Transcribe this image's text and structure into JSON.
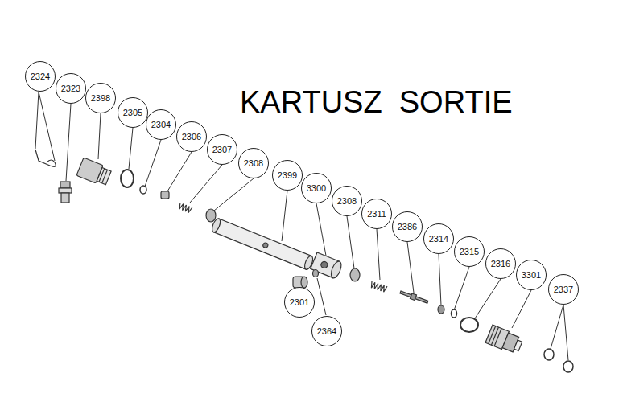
{
  "diagram": {
    "title": "KARTUSZ  SORTIE",
    "nodes": [
      {
        "text": [
          "2324"
        ]
      },
      {
        "text": [
          "2323"
        ]
      },
      {
        "text": [
          "2398"
        ]
      },
      {
        "text": [
          "2305"
        ]
      },
      {
        "text": [
          "2304"
        ]
      },
      {
        "text": [
          "2306"
        ]
      },
      {
        "text": [
          "2307"
        ]
      },
      {
        "text": [
          "2308"
        ]
      },
      {
        "text": [
          "2399"
        ]
      },
      {
        "text": [
          "3300"
        ]
      },
      {
        "text": [
          "2308"
        ]
      },
      {
        "text": [
          "2311"
        ]
      },
      {
        "text": [
          "2386"
        ]
      },
      {
        "text": [
          "2314"
        ]
      },
      {
        "text": [
          "2315"
        ]
      },
      {
        "text": [
          "2316"
        ]
      },
      {
        "text": [
          "3301"
        ]
      },
      {
        "text": [
          "2337"
        ]
      },
      {
        "text": [
          "2301"
        ]
      },
      {
        "text": [
          "2364"
        ]
      }
    ],
    "edges": []
  }
}
